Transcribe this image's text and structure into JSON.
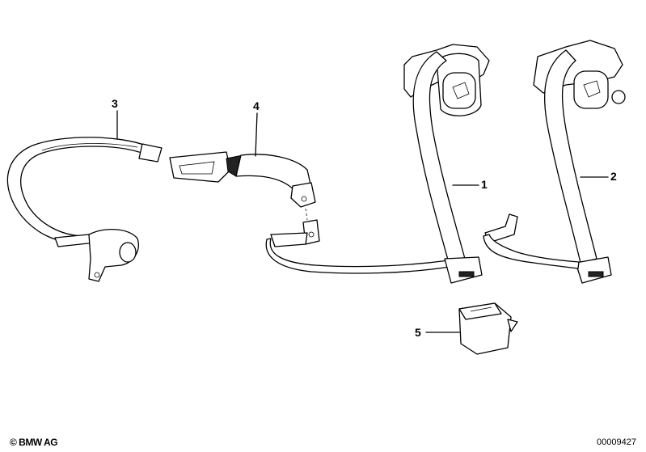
{
  "diagram": {
    "callouts": [
      {
        "id": "1",
        "label": "1"
      },
      {
        "id": "2",
        "label": "2"
      },
      {
        "id": "3",
        "label": "3"
      },
      {
        "id": "4",
        "label": "4"
      },
      {
        "id": "5",
        "label": "5"
      }
    ]
  },
  "footer": {
    "copyright": "© BMW AG",
    "diagram_number": "00009427"
  }
}
